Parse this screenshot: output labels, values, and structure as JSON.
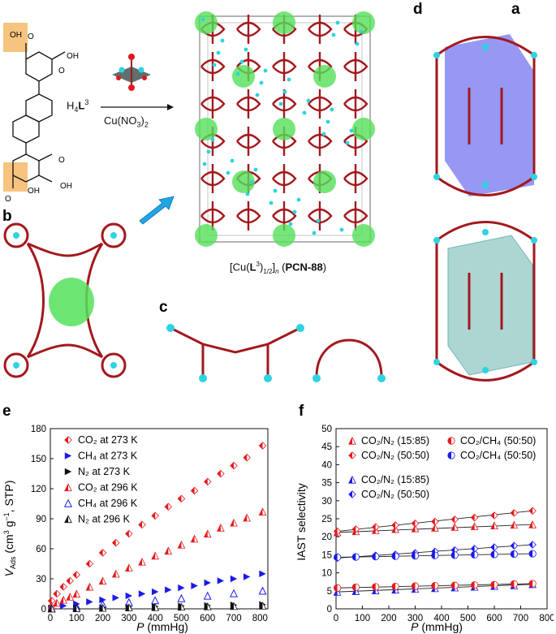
{
  "panels": {
    "a": "a",
    "b": "b",
    "c": "c",
    "d": "d",
    "e": "e",
    "f": "f"
  },
  "scheme": {
    "ligand_name": "H",
    "ligand_sub": "4",
    "ligand_bold": "L",
    "ligand_sup": "3",
    "reagent": "Cu(NO",
    "reagent_sub": "3",
    "reagent_close": ")",
    "reagent_sub2": "2",
    "acid_groups": [
      "OH",
      "OH",
      "OH",
      "OH"
    ],
    "acid_o": [
      "O",
      "O",
      "O",
      "O"
    ],
    "framework_formula": "[Cu(L³)1/2]n",
    "framework_name": "PCN-88"
  },
  "colors": {
    "framework": "#a3181d",
    "oxygen": "#e0181e",
    "copper": "#2ed3e0",
    "cavity_green": "#54e05a",
    "cage_blue": "#6a6cf0",
    "cage_teal": "#9fcfcc",
    "arrow_blue": "#1fa6e8",
    "highlight_orange": "#f6c47e"
  },
  "chart_e": {
    "type": "scatter",
    "xlabel": "P (mmHg)",
    "ylabel": "V_Ads (cm3 g-1, STP)",
    "xlim": [
      0,
      830
    ],
    "ylim": [
      0,
      180
    ],
    "xticks": [
      "0",
      "100",
      "200",
      "300",
      "400",
      "500",
      "600",
      "700",
      "800"
    ],
    "yticks": [
      "0",
      "30",
      "60",
      "90",
      "120",
      "150",
      "180"
    ],
    "series": [
      {
        "name": "CO₂ at 273 K",
        "color": "#e31a1c",
        "marker": "half-diamond",
        "values": [
          [
            5,
            8
          ],
          [
            25,
            15
          ],
          [
            50,
            22
          ],
          [
            75,
            28
          ],
          [
            100,
            34
          ],
          [
            150,
            45
          ],
          [
            200,
            56
          ],
          [
            250,
            66
          ],
          [
            300,
            75
          ],
          [
            350,
            84
          ],
          [
            400,
            93
          ],
          [
            450,
            102
          ],
          [
            500,
            110
          ],
          [
            550,
            118
          ],
          [
            600,
            127
          ],
          [
            650,
            135
          ],
          [
            700,
            143
          ],
          [
            750,
            151
          ],
          [
            810,
            163
          ]
        ]
      },
      {
        "name": "CH₄ at 273 K",
        "color": "#1a1aeb",
        "marker": "half-triangle-right",
        "values": [
          [
            5,
            1
          ],
          [
            50,
            3
          ],
          [
            100,
            5
          ],
          [
            150,
            7
          ],
          [
            200,
            9
          ],
          [
            250,
            11
          ],
          [
            300,
            13
          ],
          [
            350,
            15
          ],
          [
            400,
            17
          ],
          [
            450,
            19
          ],
          [
            500,
            21
          ],
          [
            550,
            23
          ],
          [
            600,
            26
          ],
          [
            650,
            28
          ],
          [
            700,
            30
          ],
          [
            750,
            32
          ],
          [
            810,
            35
          ]
        ]
      },
      {
        "name": "N₂ at 273 K",
        "color": "#111111",
        "marker": "half-triangle-right",
        "values": [
          [
            5,
            0.3
          ],
          [
            100,
            0.8
          ],
          [
            200,
            1.3
          ],
          [
            300,
            1.8
          ],
          [
            400,
            2.3
          ],
          [
            500,
            2.8
          ],
          [
            600,
            3.3
          ],
          [
            700,
            3.8
          ],
          [
            810,
            4.3
          ]
        ]
      },
      {
        "name": "CO₂ at 296 K",
        "color": "#e31a1c",
        "marker": "half-triangle-up",
        "values": [
          [
            5,
            3
          ],
          [
            25,
            6
          ],
          [
            50,
            9
          ],
          [
            75,
            12
          ],
          [
            100,
            15
          ],
          [
            150,
            22
          ],
          [
            200,
            28
          ],
          [
            250,
            35
          ],
          [
            300,
            41
          ],
          [
            350,
            47
          ],
          [
            400,
            53
          ],
          [
            450,
            58
          ],
          [
            500,
            64
          ],
          [
            550,
            70
          ],
          [
            600,
            75
          ],
          [
            650,
            81
          ],
          [
            700,
            86
          ],
          [
            750,
            91
          ],
          [
            810,
            97
          ]
        ]
      },
      {
        "name": "CH₄ at 296 K",
        "color": "#1a1aeb",
        "marker": "open-triangle",
        "values": [
          [
            5,
            0.5
          ],
          [
            100,
            2.5
          ],
          [
            200,
            4.5
          ],
          [
            300,
            6.5
          ],
          [
            400,
            8.5
          ],
          [
            500,
            10.5
          ],
          [
            600,
            13
          ],
          [
            700,
            15.5
          ],
          [
            810,
            18
          ]
        ]
      },
      {
        "name": "N₂ at 296 K",
        "color": "#111111",
        "marker": "half-triangle-up",
        "values": [
          [
            5,
            0.2
          ],
          [
            100,
            0.5
          ],
          [
            200,
            0.9
          ],
          [
            300,
            1.3
          ],
          [
            400,
            1.6
          ],
          [
            500,
            2
          ],
          [
            600,
            2.4
          ],
          [
            700,
            2.7
          ],
          [
            810,
            3.1
          ]
        ]
      }
    ]
  },
  "chart_f": {
    "type": "scatter",
    "xlabel": "P (mmHg)",
    "ylabel": "IAST selectivity",
    "xlim": [
      0,
      800
    ],
    "ylim": [
      0,
      50
    ],
    "xticks": [
      "0",
      "100",
      "200",
      "300",
      "400",
      "500",
      "600",
      "700",
      "800"
    ],
    "yticks": [
      "0",
      "5",
      "10",
      "15",
      "20",
      "25",
      "30",
      "35",
      "40",
      "45",
      "50"
    ],
    "series": [
      {
        "name": "CO₂/N₂ (15:85)",
        "color": "#e31a1c",
        "marker": "half-triangle-up",
        "values": [
          [
            5,
            21.2
          ],
          [
            75,
            21.5
          ],
          [
            150,
            21.8
          ],
          [
            225,
            22.1
          ],
          [
            300,
            22.3
          ],
          [
            375,
            22.5
          ],
          [
            450,
            22.7
          ],
          [
            525,
            22.9
          ],
          [
            600,
            23.1
          ],
          [
            675,
            23.3
          ],
          [
            745,
            23.4
          ]
        ]
      },
      {
        "name": "CO₂/N₂ (50:50)",
        "color": "#e31a1c",
        "marker": "half-diamond",
        "values": [
          [
            5,
            21.5
          ],
          [
            75,
            22.1
          ],
          [
            150,
            22.7
          ],
          [
            225,
            23.2
          ],
          [
            300,
            23.7
          ],
          [
            375,
            24.2
          ],
          [
            450,
            24.8
          ],
          [
            525,
            25.3
          ],
          [
            600,
            25.9
          ],
          [
            675,
            26.6
          ],
          [
            745,
            27.2
          ]
        ]
      },
      {
        "name": "CO₂/N₂ (15:85)",
        "color": "#1a1aeb",
        "marker": "half-triangle-up",
        "values": [
          [
            5,
            4.7
          ],
          [
            75,
            4.9
          ],
          [
            150,
            5.1
          ],
          [
            225,
            5.3
          ],
          [
            300,
            5.5
          ],
          [
            375,
            5.7
          ],
          [
            450,
            5.9
          ],
          [
            525,
            6.1
          ],
          [
            600,
            6.3
          ],
          [
            675,
            6.5
          ],
          [
            745,
            6.8
          ]
        ]
      },
      {
        "name": "CO₂/N₂ (50:50)",
        "color": "#1a1aeb",
        "marker": "half-diamond",
        "values": [
          [
            5,
            14.1
          ],
          [
            75,
            14.4
          ],
          [
            150,
            14.8
          ],
          [
            225,
            15.1
          ],
          [
            300,
            15.5
          ],
          [
            375,
            15.9
          ],
          [
            450,
            16.3
          ],
          [
            525,
            16.7
          ],
          [
            600,
            17.1
          ],
          [
            675,
            17.5
          ],
          [
            745,
            17.8
          ]
        ]
      },
      {
        "name": "CO₂/CH₄ (50:50)",
        "color": "#e31a1c",
        "marker": "half-circle",
        "values": [
          [
            5,
            5.8
          ],
          [
            75,
            6
          ],
          [
            150,
            6.1
          ],
          [
            225,
            6.2
          ],
          [
            300,
            6.3
          ],
          [
            375,
            6.4
          ],
          [
            450,
            6.5
          ],
          [
            525,
            6.6
          ],
          [
            600,
            6.7
          ],
          [
            675,
            6.9
          ],
          [
            745,
            7.0
          ]
        ]
      },
      {
        "name": "CO₂/CH₄ (50:50)",
        "color": "#1a1aeb",
        "marker": "half-circle",
        "values": [
          [
            5,
            14.3
          ],
          [
            75,
            14.4
          ],
          [
            150,
            14.5
          ],
          [
            225,
            14.6
          ],
          [
            300,
            14.7
          ],
          [
            375,
            14.8
          ],
          [
            450,
            14.9
          ],
          [
            525,
            15
          ],
          [
            600,
            15.1
          ],
          [
            675,
            15.2
          ],
          [
            745,
            15.3
          ]
        ]
      }
    ],
    "legend_order": [
      0,
      1,
      2,
      3,
      4,
      5
    ]
  }
}
